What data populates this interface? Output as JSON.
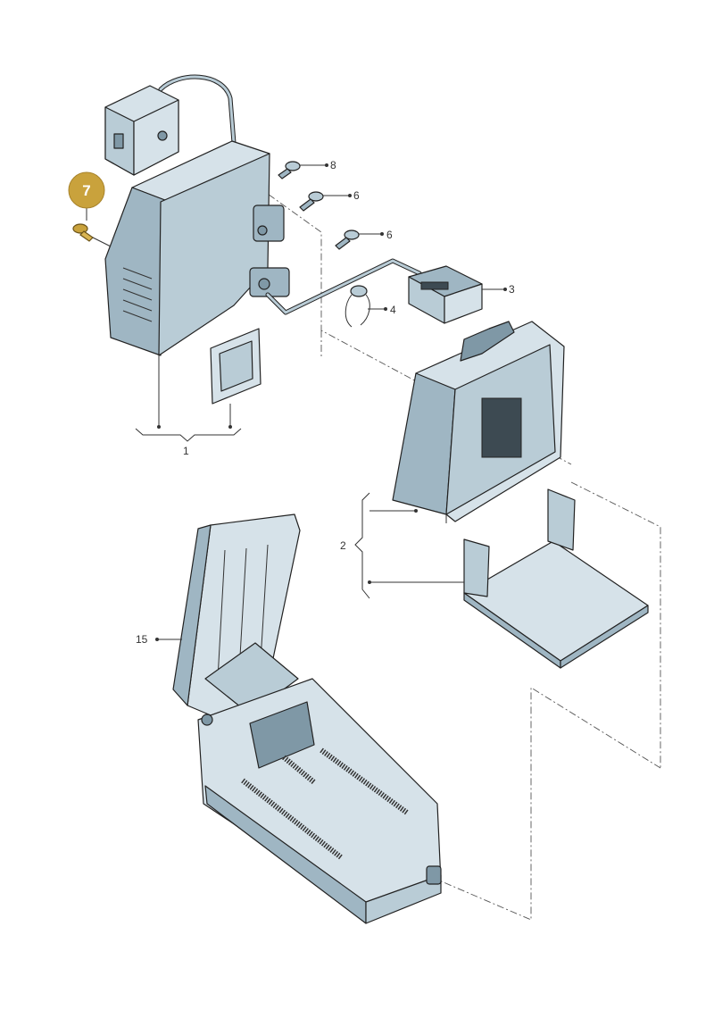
{
  "diagram": {
    "callouts": {
      "c1": "1",
      "c2": "2",
      "c3": "3",
      "c4": "4",
      "c6a": "6",
      "c6b": "6",
      "c7": "7",
      "c8": "8",
      "c15": "15"
    },
    "colors": {
      "part_fill": "#b9ccd6",
      "highlight_badge": "#c9a23c",
      "outline": "#222222"
    }
  }
}
